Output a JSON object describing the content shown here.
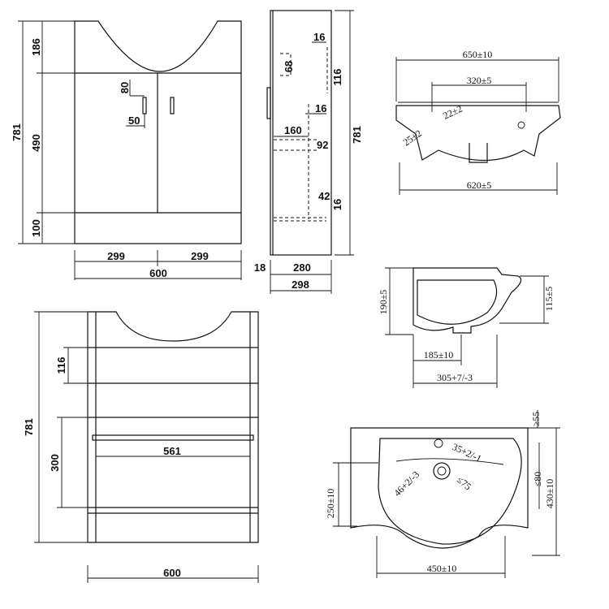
{
  "front": {
    "d186": "186",
    "d781": "781",
    "d490": "490",
    "d100": "100",
    "d80": "80",
    "d50": "50",
    "d299a": "299",
    "d299b": "299",
    "d600": "600"
  },
  "side": {
    "d16a": "16",
    "d68": "68",
    "d116": "116",
    "d16b": "16",
    "d160": "160",
    "d92": "92",
    "d42": "42",
    "d16c": "16",
    "d781": "781",
    "d18": "18",
    "d280": "280",
    "d298": "298"
  },
  "interior": {
    "d116": "116",
    "d781": "781",
    "d300": "300",
    "d561": "561",
    "d600": "600"
  },
  "basin_front": {
    "d650": "650±10",
    "d320": "320±5",
    "d25": "25±2",
    "d22": "22±2",
    "d620": "620±5"
  },
  "basin_side": {
    "d190": "190±5",
    "d115": "115±5",
    "d185": "185±10",
    "d305": "305+7/-3"
  },
  "basin_top": {
    "d55": "≥55",
    "d35": "35+2/-1",
    "d46": "46+2/-3",
    "d75": "≤75",
    "d80": "≤80",
    "d250": "250±10",
    "d430": "430±10",
    "d450": "450±10"
  }
}
